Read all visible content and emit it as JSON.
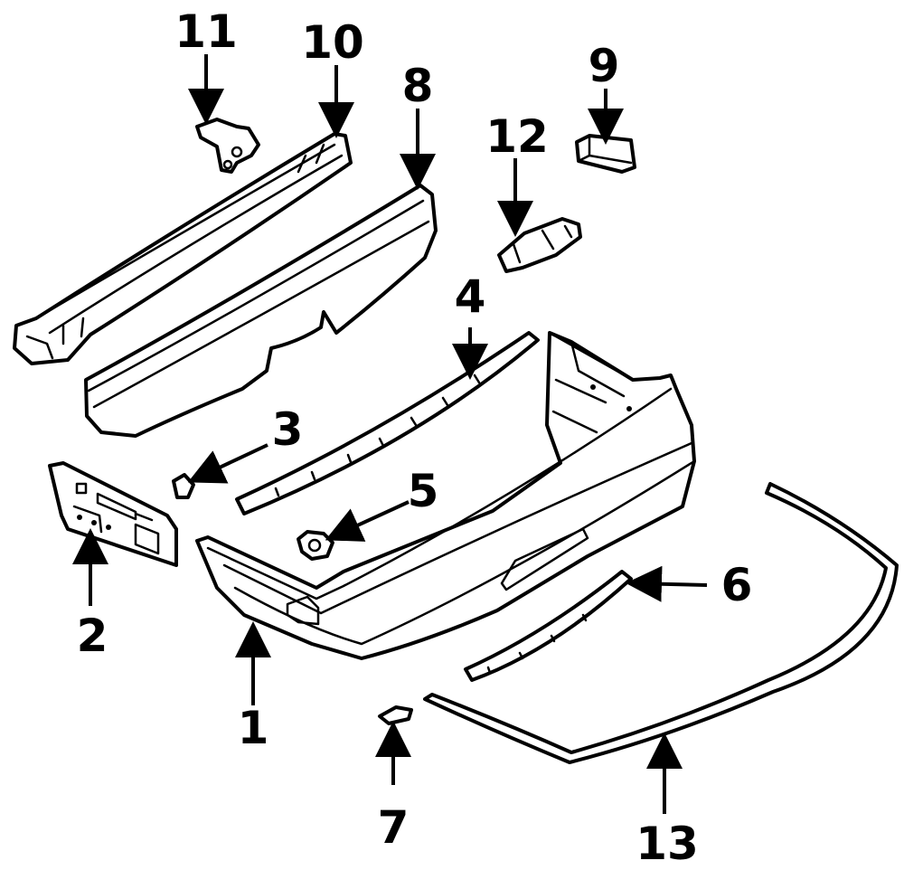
{
  "callouts": [
    {
      "id": "1",
      "label": "1"
    },
    {
      "id": "2",
      "label": "2"
    },
    {
      "id": "3",
      "label": "3"
    },
    {
      "id": "4",
      "label": "4"
    },
    {
      "id": "5",
      "label": "5"
    },
    {
      "id": "6",
      "label": "6"
    },
    {
      "id": "7",
      "label": "7"
    },
    {
      "id": "8",
      "label": "8"
    },
    {
      "id": "9",
      "label": "9"
    },
    {
      "id": "10",
      "label": "10"
    },
    {
      "id": "11",
      "label": "11"
    },
    {
      "id": "12",
      "label": "12"
    },
    {
      "id": "13",
      "label": "13"
    }
  ],
  "colors": {
    "ink": "#000000",
    "paper": "#ffffff"
  }
}
